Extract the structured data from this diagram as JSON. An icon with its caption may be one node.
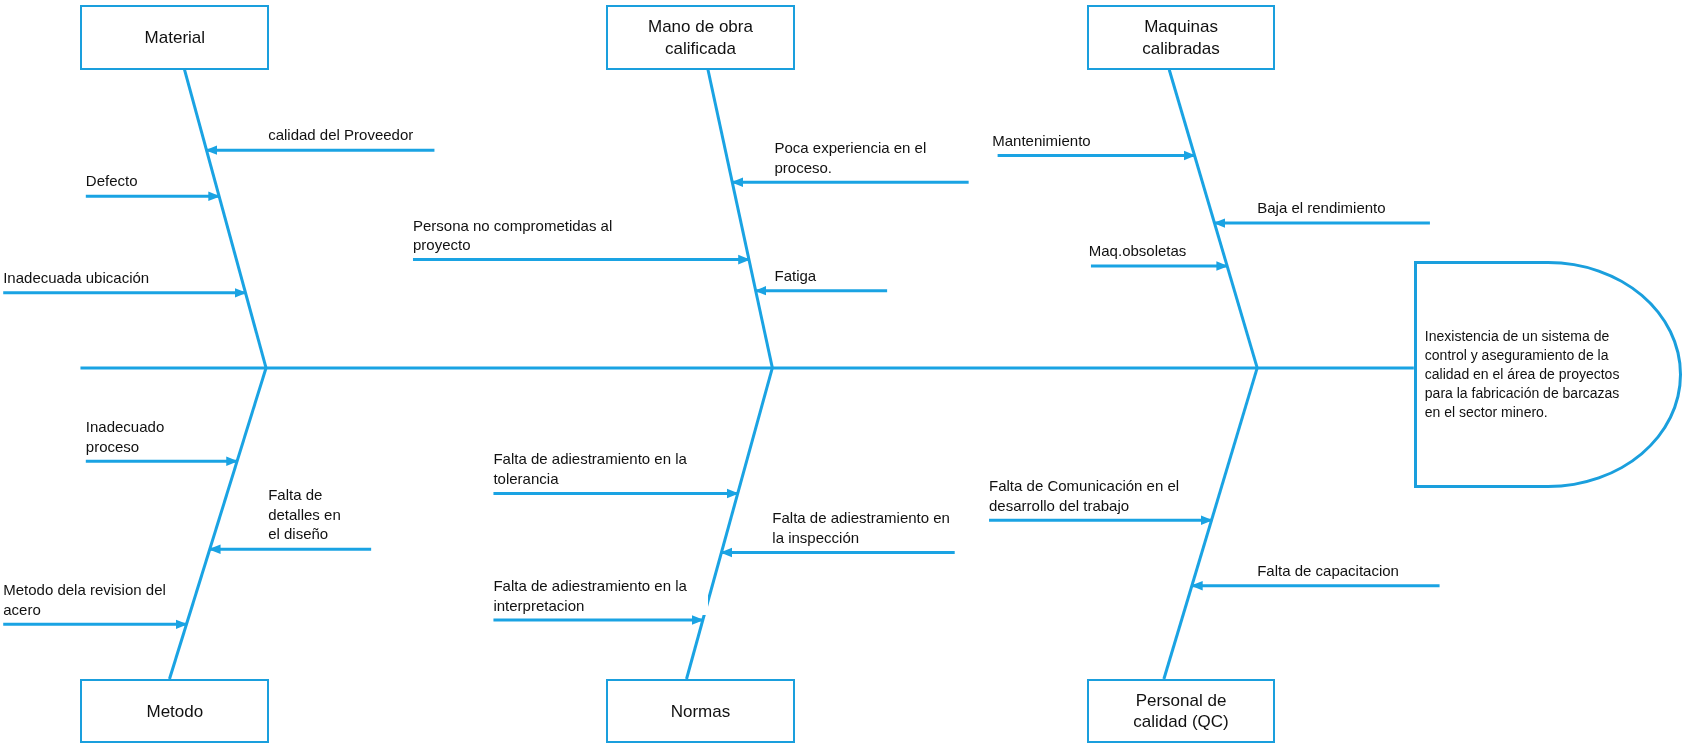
{
  "diagram": {
    "nodes": [
      {
        "text": [
          "Material"
        ]
      },
      {
        "text": [
          "Mano de obra calificada"
        ]
      },
      {
        "text": [
          "Maquinas calibradas"
        ]
      },
      {
        "text": [
          "Inexistencia de un sistema de control y aseguramiento de la calidad en el área de proyectos para la fabricación de barcazas en el sector minero."
        ]
      },
      {
        "text": [
          "Metodo"
        ]
      },
      {
        "text": [
          "Normas"
        ]
      },
      {
        "text": [
          "Personal de calidad (QC)"
        ]
      },
      {
        "text": [],
        "shape": "line"
      },
      {
        "text": [],
        "shape": "line"
      },
      {
        "text": [],
        "shape": "line"
      },
      {
        "text": [],
        "shape": "line"
      },
      {
        "text": [],
        "shape": "line"
      },
      {
        "text": [],
        "shape": "line"
      }
    ],
    "edges": [
      {
        "from": null,
        "to": 7,
        "arrow": "to",
        "label": "calidad del Proveedor"
      },
      {
        "from": null,
        "to": 7,
        "arrow": "to",
        "label": "Defecto"
      },
      {
        "from": null,
        "to": 7,
        "arrow": "to",
        "label": "Inadecuada ubicación"
      },
      {
        "from": null,
        "to": 8,
        "arrow": "to",
        "label": "Poca experiencia en el proceso."
      },
      {
        "from": null,
        "to": 8,
        "arrow": "to",
        "label": "Persona no comprometidas al proyecto"
      },
      {
        "from": null,
        "to": 8,
        "arrow": "to",
        "label": "Fatiga"
      },
      {
        "from": null,
        "to": 9,
        "arrow": "to",
        "label": "Mantenimiento"
      },
      {
        "from": null,
        "to": 9,
        "arrow": "to",
        "label": "Baja el rendimiento"
      },
      {
        "from": null,
        "to": 9,
        "arrow": "to",
        "label": "Maq.obsoletas"
      },
      {
        "from": null,
        "to": 10,
        "arrow": "to",
        "label": "Inadecuado proceso"
      },
      {
        "from": null,
        "to": 10,
        "arrow": "to",
        "label": "Falta de detalles en el diseño"
      },
      {
        "from": null,
        "to": 10,
        "arrow": "to",
        "label": "Metodo dela revision del acero"
      },
      {
        "from": null,
        "to": 11,
        "arrow": "to",
        "label": "Falta de adiestramiento en la tolerancia"
      },
      {
        "from": null,
        "to": 11,
        "arrow": "to",
        "label": "Falta de adiestramiento en la interpretacion"
      },
      {
        "from": null,
        "to": 11,
        "arrow": "to",
        "label": "Falta de adiestramiento en la inspección"
      },
      {
        "from": null,
        "to": 12,
        "arrow": "to",
        "label": "Falta de Comunicación en el desarrollo del trabajo"
      },
      {
        "from": null,
        "to": 12,
        "arrow": "to",
        "label": "Falta de capacitacion"
      }
    ]
  }
}
